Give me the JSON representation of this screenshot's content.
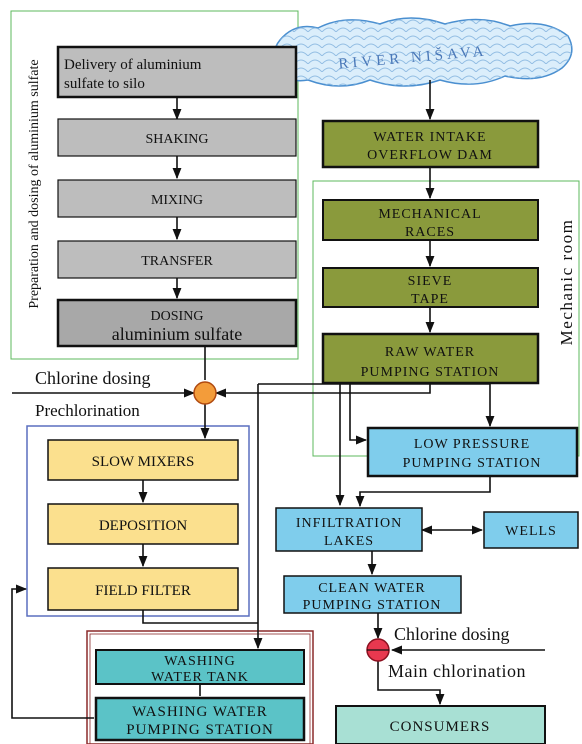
{
  "river": {
    "label": "RIVER NIŠAVA",
    "fill": "#dbeefb",
    "stroke": "#4a8fd0",
    "text_color": "#4a78b8"
  },
  "colors": {
    "gray": "#bdbdbd",
    "gray_dark": "#a8a8a8",
    "olive": "#8a9a3c",
    "yellow": "#fbe08e",
    "cyan": "#7fcdec",
    "teal": "#5bc3c7",
    "mint": "#a8e0d4",
    "orange_valve": "#f39c3a",
    "red_valve": "#e8384f",
    "group_green": "#5cb85c",
    "group_blue": "#5a6fbf",
    "group_red": "#8b2a2a"
  },
  "groups": {
    "preparation": {
      "label": "Preparation and dosing of aluminium sulfate"
    },
    "mechanic": {
      "label": "Mechanic room"
    }
  },
  "prep_steps": [
    {
      "id": "delivery",
      "lines": [
        "Delivery of aluminium",
        "sulfate to silo"
      ]
    },
    {
      "id": "shaking",
      "lines": [
        "SHAKING"
      ]
    },
    {
      "id": "mixing",
      "lines": [
        "MIXING"
      ]
    },
    {
      "id": "transfer",
      "lines": [
        "TRANSFER"
      ]
    },
    {
      "id": "dosing",
      "lines": [
        "DOSING",
        "aluminium sulfate"
      ]
    }
  ],
  "intake_steps": [
    {
      "id": "intake",
      "lines": [
        "WATER INTAKE",
        "OVERFLOW DAM"
      ]
    },
    {
      "id": "races",
      "lines": [
        "MECHANICAL",
        "RACES"
      ]
    },
    {
      "id": "sieve",
      "lines": [
        "SIEVE",
        "TAPE"
      ]
    },
    {
      "id": "raw-pump",
      "lines": [
        "RAW WATER",
        "PUMPING STATION"
      ]
    }
  ],
  "treatment_steps": [
    {
      "id": "slow-mixers",
      "lines": [
        "SLOW MIXERS"
      ]
    },
    {
      "id": "deposition",
      "lines": [
        "DEPOSITION"
      ]
    },
    {
      "id": "field-filter",
      "lines": [
        "FIELD FILTER"
      ]
    }
  ],
  "blue_boxes": [
    {
      "id": "low-pressure",
      "lines": [
        "LOW PRESSURE",
        "PUMPING STATION"
      ]
    },
    {
      "id": "infiltration",
      "lines": [
        "INFILTRATION",
        "LAKES"
      ]
    },
    {
      "id": "wells",
      "lines": [
        "WELLS"
      ]
    },
    {
      "id": "clean-pump",
      "lines": [
        "CLEAN WATER",
        "PUMPING STATION"
      ]
    }
  ],
  "washing": [
    {
      "id": "washing-tank",
      "lines": [
        "WASHING",
        "WATER TANK"
      ]
    },
    {
      "id": "washing-pump",
      "lines": [
        "WASHING WATER",
        "PUMPING STATION"
      ]
    }
  ],
  "consumers": {
    "lines": [
      "CONSUMERS"
    ]
  },
  "labels": {
    "chlorine_dosing_1": "Chlorine dosing",
    "prechlorination": "Prechlorination",
    "chlorine_dosing_2": "Chlorine dosing",
    "main_chlorination": "Main chlorination"
  }
}
